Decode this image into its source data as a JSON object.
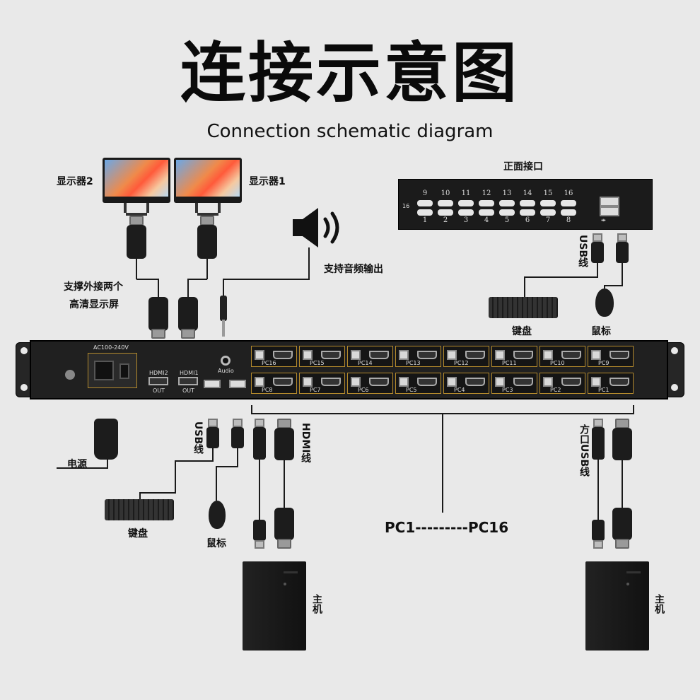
{
  "title": "连接示意图",
  "subtitle": "Connection schematic diagram",
  "labels": {
    "monitor2": "显示器2",
    "monitor1": "显示器1",
    "dual_display": [
      "支撑外接两个",
      "高清显示屏"
    ],
    "audio_out": "支持音频输出",
    "front_ports": "正面接口",
    "usb_cable_top": "USB线",
    "keyboard_top": "键盘",
    "mouse_top": "鼠标",
    "power": "电源",
    "usb_cable_bottom": "USB线",
    "hdmi_cable": "HDMI线",
    "keyboard_bottom": "键盘",
    "mouse_bottom": "鼠标",
    "pc_range": "PC1---------PC16",
    "square_usb_cable": "方口USB线",
    "host_left": "主机",
    "host_right": "主机"
  },
  "rear_panel": {
    "ac": "AC100-240V",
    "hdmi2": "HDMI2",
    "hdmi1": "HDMI1",
    "out2": "OUT",
    "out1": "OUT",
    "audio": "Audio",
    "pc_top": [
      "PC16",
      "PC15",
      "PC14",
      "PC13",
      "PC12",
      "PC11",
      "PC10",
      "PC9"
    ],
    "pc_bottom": [
      "PC8",
      "PC7",
      "PC6",
      "PC5",
      "PC4",
      "PC3",
      "PC2",
      "PC1"
    ]
  },
  "front_panel": {
    "top_numbers": [
      "9",
      "10",
      "11",
      "12",
      "13",
      "14",
      "15",
      "16"
    ],
    "bottom_numbers": [
      "1",
      "2",
      "3",
      "4",
      "5",
      "6",
      "7",
      "8"
    ],
    "side_label": "16"
  },
  "colors": {
    "background": "#e9e9e9",
    "device": "#202020",
    "port_border": "#b48a2c"
  }
}
